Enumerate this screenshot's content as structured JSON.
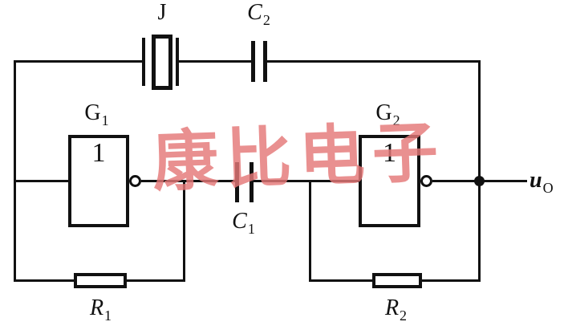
{
  "diagram": {
    "type": "quartz-crystal-oscillator-circuit",
    "crystal": {
      "label": "J"
    },
    "c2": {
      "main": "C",
      "sub": "2"
    },
    "c1": {
      "main": "C",
      "sub": "1"
    },
    "g1": {
      "main": "G",
      "sub": "1",
      "inner": "1"
    },
    "g2": {
      "main": "G",
      "sub": "2",
      "inner": "1"
    },
    "r1": {
      "main": "R",
      "sub": "1"
    },
    "r2": {
      "main": "R",
      "sub": "2"
    },
    "output": {
      "main": "u",
      "sub": "O"
    }
  },
  "watermark": {
    "text": "康比电子",
    "chars": [
      "康",
      "比",
      "电",
      "子"
    ],
    "color": "#e57878"
  },
  "colors": {
    "wire": "#111111",
    "background": "#ffffff",
    "watermark": "#e57878"
  }
}
